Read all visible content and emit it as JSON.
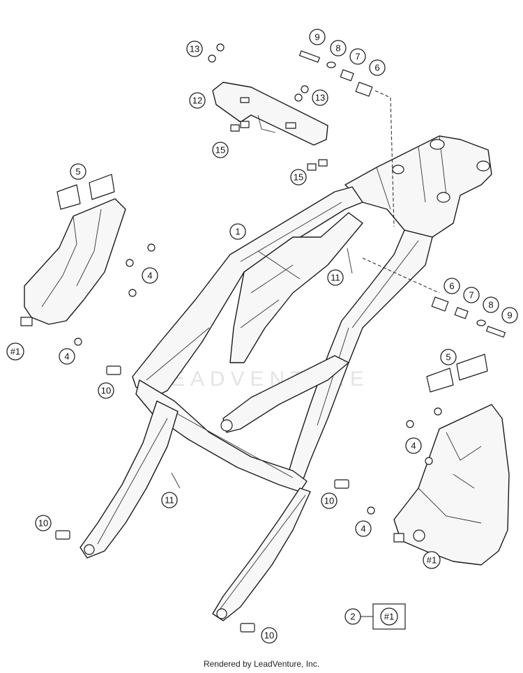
{
  "watermark": "LEADVENTURE",
  "footer": "Rendered by LeadVenture, Inc.",
  "callouts": [
    {
      "label": "9"
    },
    {
      "label": "8"
    },
    {
      "label": "7"
    },
    {
      "label": "6"
    },
    {
      "label": "13"
    },
    {
      "label": "12"
    },
    {
      "label": "13"
    },
    {
      "label": "15"
    },
    {
      "label": "15"
    },
    {
      "label": "5"
    },
    {
      "label": "1"
    },
    {
      "label": "4"
    },
    {
      "label": "11"
    },
    {
      "label": "6"
    },
    {
      "label": "7"
    },
    {
      "label": "8"
    },
    {
      "label": "9"
    },
    {
      "label": "#1"
    },
    {
      "label": "4"
    },
    {
      "label": "10"
    },
    {
      "label": "5"
    },
    {
      "label": "4"
    },
    {
      "label": "11"
    },
    {
      "label": "10"
    },
    {
      "label": "10"
    },
    {
      "label": "4"
    },
    {
      "label": "#1"
    },
    {
      "label": "2"
    },
    {
      "label": "#1"
    },
    {
      "label": "10"
    }
  ]
}
